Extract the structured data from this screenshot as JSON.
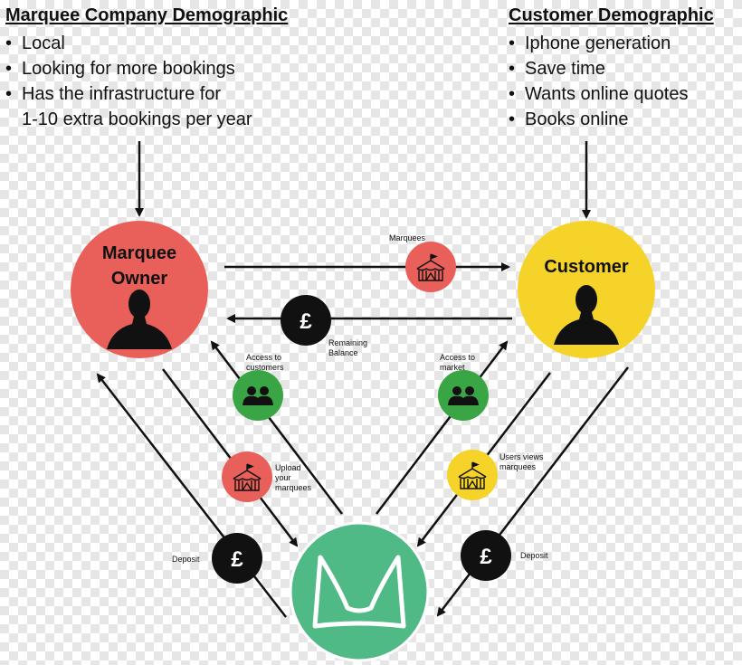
{
  "left_panel": {
    "title": "Marquee Company Demographic",
    "bullets": [
      "Local",
      "Looking for more bookings",
      "Has the infrastructure for"
    ],
    "continuation": "1-10 extra bookings per year"
  },
  "right_panel": {
    "title": "Customer Demographic",
    "bullets": [
      "Iphone generation",
      "Save time",
      "Wants online quotes",
      "Books online"
    ]
  },
  "nodes": {
    "owner": {
      "line1": "Marquee",
      "line2": "Owner",
      "color": "#e9605b"
    },
    "customer": {
      "label": "Customer",
      "color": "#f5d328"
    },
    "platform": {
      "color": "#4fba85"
    }
  },
  "badges": {
    "marquees": "Marquees",
    "remaining_line1": "Remaining",
    "remaining_line2": "Balance",
    "access_customers_line1": "Access to",
    "access_customers_line2": "customers",
    "access_market_line1": "Access to",
    "access_market_line2": "market",
    "upload_line1": "Upload",
    "upload_line2": "your",
    "upload_line3": "marquees",
    "users_views_line1": "Users views",
    "users_views_line2": "marquees",
    "deposit_left": "Deposit",
    "deposit_right": "Deposit",
    "pound_symbol": "£"
  },
  "colors": {
    "red": "#e9605b",
    "yellow": "#f5d328",
    "green": "#3aa545",
    "black": "#111111",
    "platform": "#4fba85"
  }
}
